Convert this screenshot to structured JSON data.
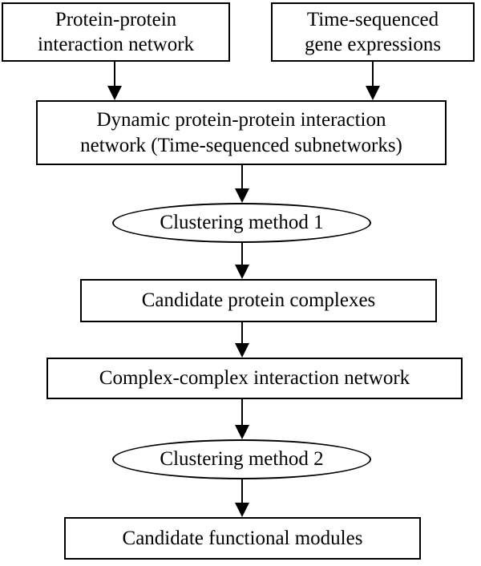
{
  "diagram": {
    "type": "flowchart",
    "background_color": "#ffffff",
    "stroke_color": "#000000",
    "nodes": [
      {
        "id": "ppi-network",
        "shape": "rect",
        "label": "Protein-protein interaction network",
        "lines": [
          "Protein-protein",
          "interaction network"
        ]
      },
      {
        "id": "gene-expressions",
        "shape": "rect",
        "label": "Time-sequenced gene expressions",
        "lines": [
          "Time-sequenced",
          "gene expressions"
        ]
      },
      {
        "id": "dynamic-ppi-network",
        "shape": "rect",
        "label": "Dynamic protein-protein interaction network (Time-sequenced subnetworks)",
        "lines": [
          "Dynamic protein-protein interaction",
          "network (Time-sequenced subnetworks)"
        ]
      },
      {
        "id": "clustering-method-1",
        "shape": "ellipse",
        "label": "Clustering method 1",
        "lines": [
          "Clustering method 1"
        ]
      },
      {
        "id": "candidate-complexes",
        "shape": "rect",
        "label": "Candidate protein complexes",
        "lines": [
          "Candidate protein complexes"
        ]
      },
      {
        "id": "complex-complex-network",
        "shape": "rect",
        "label": "Complex-complex interaction network",
        "lines": [
          "Complex-complex interaction network"
        ]
      },
      {
        "id": "clustering-method-2",
        "shape": "ellipse",
        "label": "Clustering method 2",
        "lines": [
          "Clustering method 2"
        ]
      },
      {
        "id": "candidate-modules",
        "shape": "rect",
        "label": "Candidate functional modules",
        "lines": [
          "Candidate functional modules"
        ]
      }
    ],
    "edges": [
      {
        "from": "ppi-network",
        "to": "dynamic-ppi-network"
      },
      {
        "from": "gene-expressions",
        "to": "dynamic-ppi-network"
      },
      {
        "from": "dynamic-ppi-network",
        "to": "clustering-method-1"
      },
      {
        "from": "clustering-method-1",
        "to": "candidate-complexes"
      },
      {
        "from": "candidate-complexes",
        "to": "complex-complex-network"
      },
      {
        "from": "complex-complex-network",
        "to": "clustering-method-2"
      },
      {
        "from": "clustering-method-2",
        "to": "candidate-modules"
      }
    ]
  }
}
